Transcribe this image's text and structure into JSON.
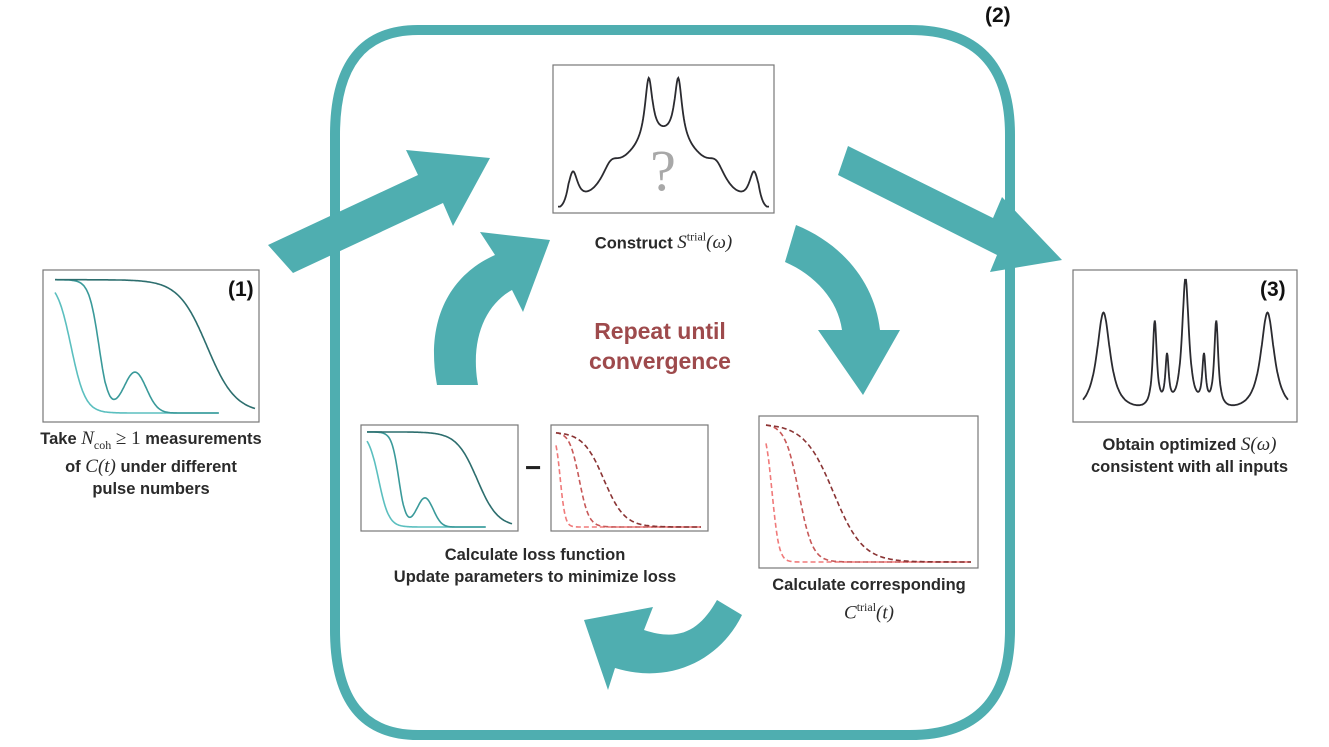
{
  "colors": {
    "accent": "#4faeb0",
    "repeat_text": "#9e4a4c",
    "curve_light": "#5bbfbf",
    "curve_mid": "#3a9a9a",
    "curve_dark": "#2d6e6e",
    "trial_light": "#f07a7a",
    "trial_mid": "#c75858",
    "trial_dark": "#8a3434",
    "spectrum": "#2b2b30",
    "question_mark": "#a8a8a8"
  },
  "step1": {
    "number": "(1)",
    "caption_pre": "Take ",
    "caption_math_var": "N",
    "caption_math_sub": "coh",
    "caption_math_rel": " ≥ 1",
    "caption_post": " measurements",
    "line2_pre": "of ",
    "line2_math": "C(t)",
    "line2_post": " under different",
    "line3": "pulse numbers"
  },
  "step2": {
    "number": "(2)",
    "construct_label": "Construct ",
    "construct_math_var": "S",
    "construct_math_sup": "trial",
    "construct_math_arg": "(ω)",
    "question_mark": "?",
    "repeat_line1": "Repeat until",
    "repeat_line2": "convergence",
    "loss_line1": "Calculate loss function",
    "loss_line2": "Update parameters to minimize loss",
    "minus_sign": "−",
    "corresponding_line1": "Calculate corresponding",
    "corresponding_math_var": "C",
    "corresponding_math_sup": "trial",
    "corresponding_math_arg": "(t)"
  },
  "step3": {
    "number": "(3)",
    "caption_pre": "Obtain optimized ",
    "caption_math": "S(ω)",
    "caption_line2": "consistent with all inputs"
  }
}
